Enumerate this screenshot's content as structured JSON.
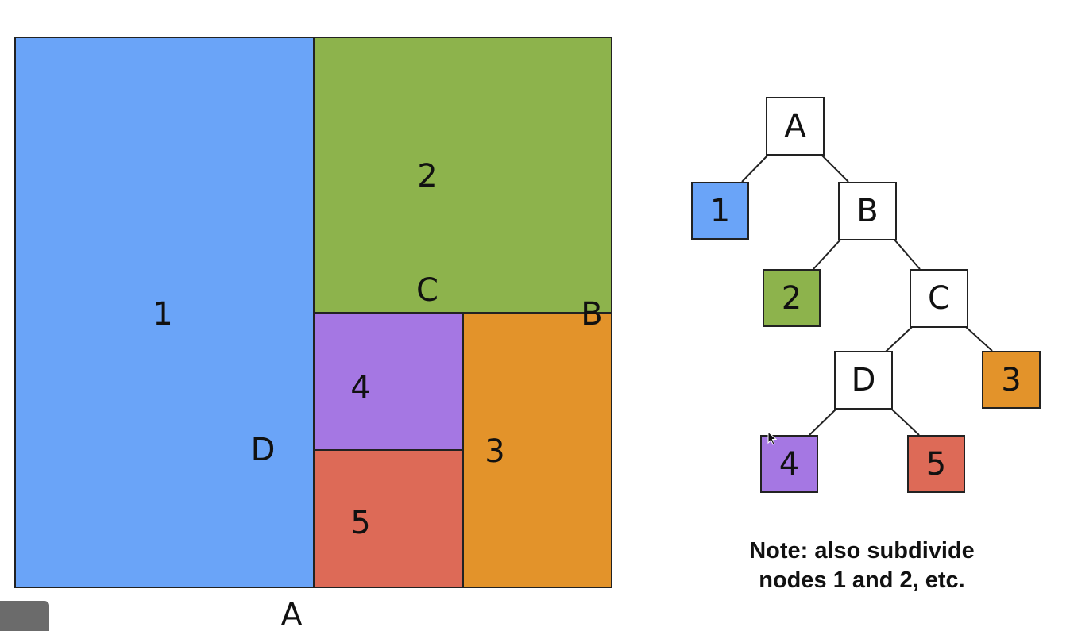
{
  "partition": {
    "regions": [
      {
        "id": "1",
        "label": "1",
        "color": "#6aa4f8"
      },
      {
        "id": "2",
        "label": "2",
        "color": "#8db34c"
      },
      {
        "id": "3",
        "label": "3",
        "color": "#e3932a"
      },
      {
        "id": "4",
        "label": "4",
        "color": "#a577e3"
      },
      {
        "id": "5",
        "label": "5",
        "color": "#dd6a57"
      }
    ],
    "split_labels": {
      "A": "A",
      "B": "B",
      "C": "C",
      "D": "D"
    }
  },
  "tree": {
    "nodes": {
      "A": {
        "label": "A",
        "type": "internal"
      },
      "B": {
        "label": "B",
        "type": "internal"
      },
      "C": {
        "label": "C",
        "type": "internal"
      },
      "D": {
        "label": "D",
        "type": "internal"
      },
      "1": {
        "label": "1",
        "type": "leaf",
        "color": "#6aa4f8"
      },
      "2": {
        "label": "2",
        "type": "leaf",
        "color": "#8db34c"
      },
      "3": {
        "label": "3",
        "type": "leaf",
        "color": "#e3932a"
      },
      "4": {
        "label": "4",
        "type": "leaf",
        "color": "#a577e3"
      },
      "5": {
        "label": "5",
        "type": "leaf",
        "color": "#dd6a57"
      }
    },
    "edges": [
      [
        "A",
        "1"
      ],
      [
        "A",
        "B"
      ],
      [
        "B",
        "2"
      ],
      [
        "B",
        "C"
      ],
      [
        "C",
        "D"
      ],
      [
        "C",
        "3"
      ],
      [
        "D",
        "4"
      ],
      [
        "D",
        "5"
      ]
    ]
  },
  "note": {
    "line1": "Note: also subdivide",
    "line2": "nodes 1 and 2, etc."
  }
}
